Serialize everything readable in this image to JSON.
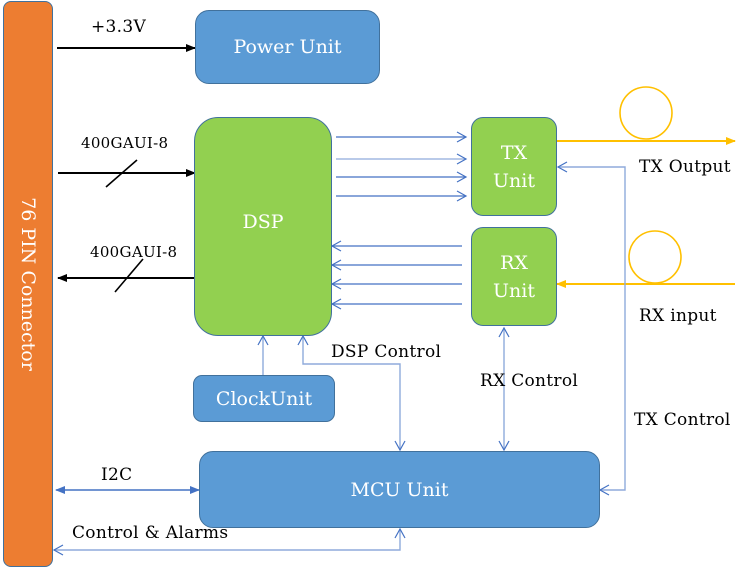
{
  "connector": {
    "label": "76 PIN Connector"
  },
  "boxes": {
    "power": "Power Unit",
    "dsp": "DSP",
    "tx_line1": "TX",
    "tx_line2": "Unit",
    "rx_line1": "RX",
    "rx_line2": "Unit",
    "clock": "ClockUnit",
    "mcu": "MCU Unit"
  },
  "labels": {
    "v33": "+3.3V",
    "gaui_in": "400GAUI-8",
    "gaui_out": "400GAUI-8",
    "tx_output": "TX Output",
    "rx_input": "RX input",
    "dsp_control": "DSP Control",
    "rx_control": "RX Control",
    "tx_control": "TX Control",
    "i2c": "I2C",
    "control_alarms": "Control & Alarms"
  },
  "colors": {
    "blue": "#5b9bd5",
    "green": "#92d050",
    "orange": "#ed7d31",
    "fiber": "#ffc000",
    "signal": "#4472c4"
  }
}
